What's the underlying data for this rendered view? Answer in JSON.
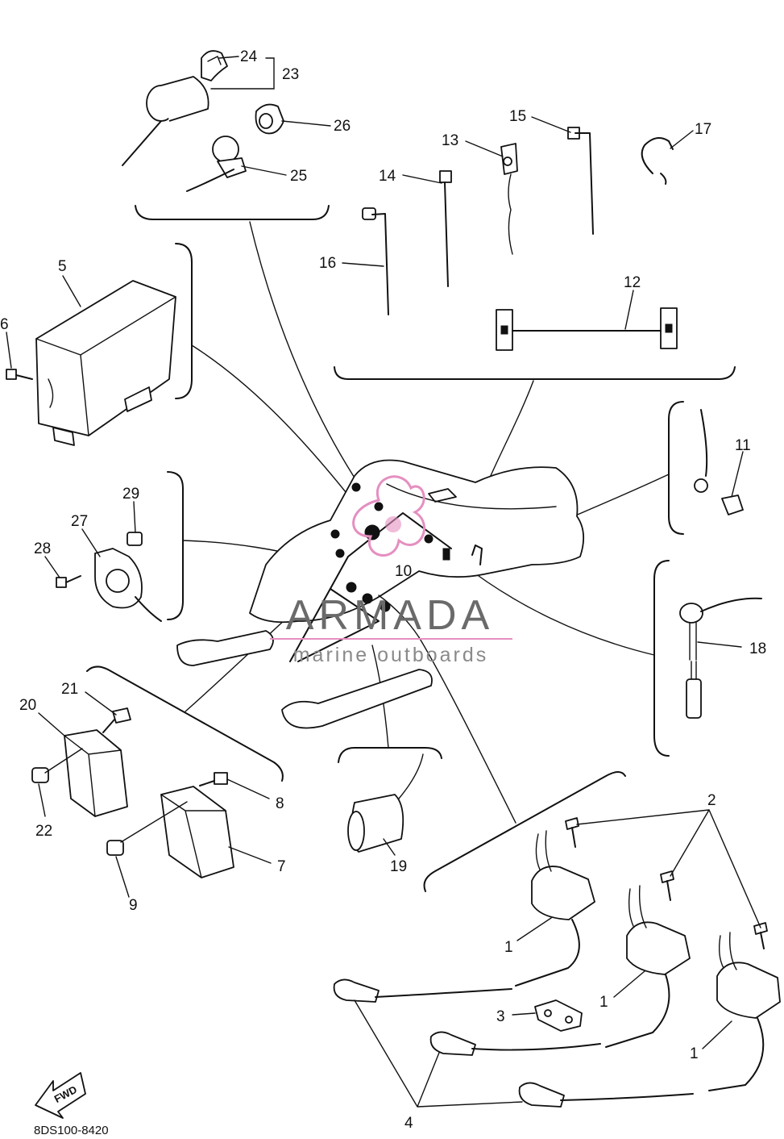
{
  "diagram": {
    "part_code": "8DS100-8420",
    "fwd_label": "FWD",
    "watermark": {
      "brand": "ARMADA",
      "tagline": "marine outboards",
      "logo_color": "#e58fc0",
      "text_color": "#6a6a6a"
    },
    "callouts": [
      {
        "id": "c24",
        "label": "24"
      },
      {
        "id": "c23",
        "label": "23"
      },
      {
        "id": "c26",
        "label": "26"
      },
      {
        "id": "c25",
        "label": "25"
      },
      {
        "id": "c15",
        "label": "15"
      },
      {
        "id": "c13",
        "label": "13"
      },
      {
        "id": "c17",
        "label": "17"
      },
      {
        "id": "c14",
        "label": "14"
      },
      {
        "id": "c16",
        "label": "16"
      },
      {
        "id": "c12",
        "label": "12"
      },
      {
        "id": "c5",
        "label": "5"
      },
      {
        "id": "c6",
        "label": "6"
      },
      {
        "id": "c11",
        "label": "11"
      },
      {
        "id": "c29",
        "label": "29"
      },
      {
        "id": "c27",
        "label": "27"
      },
      {
        "id": "c28",
        "label": "28"
      },
      {
        "id": "c10",
        "label": "10"
      },
      {
        "id": "c18",
        "label": "18"
      },
      {
        "id": "c21",
        "label": "21"
      },
      {
        "id": "c20",
        "label": "20"
      },
      {
        "id": "c8",
        "label": "8"
      },
      {
        "id": "c22",
        "label": "22"
      },
      {
        "id": "c7",
        "label": "7"
      },
      {
        "id": "c9",
        "label": "9"
      },
      {
        "id": "c19",
        "label": "19"
      },
      {
        "id": "c2",
        "label": "2"
      },
      {
        "id": "c1a",
        "label": "1"
      },
      {
        "id": "c1b",
        "label": "1"
      },
      {
        "id": "c1c",
        "label": "1"
      },
      {
        "id": "c3",
        "label": "3"
      },
      {
        "id": "c4",
        "label": "4"
      }
    ]
  }
}
